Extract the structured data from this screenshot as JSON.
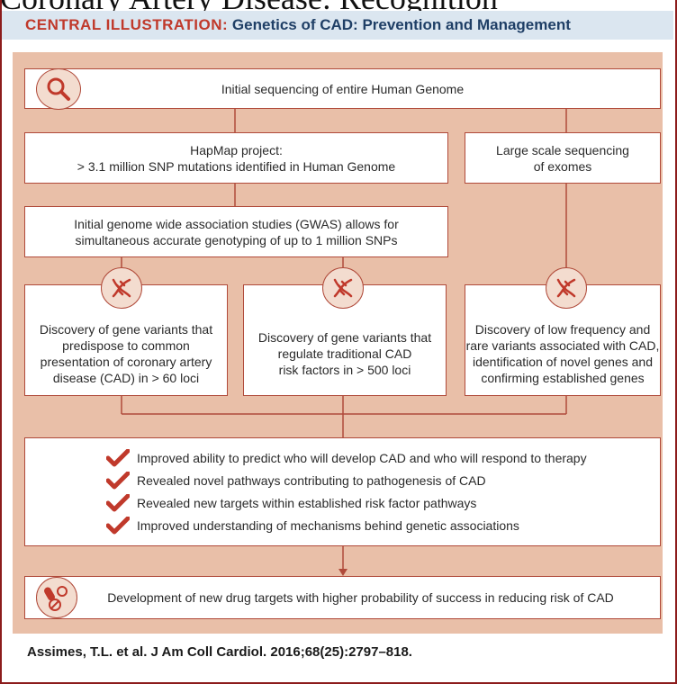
{
  "top_cropped_text": "Coronary Artery Disease: Recognition",
  "header": {
    "lead": "CENTRAL ILLUSTRATION:",
    "title": "Genetics of CAD: Prevention and Management"
  },
  "boxes": {
    "top": "Initial sequencing of entire Human Genome",
    "hapmap": "HapMap project:\n> 3.1 million SNP mutations identified in Human Genome",
    "exome": "Large scale sequencing\nof exomes",
    "gwas": "Initial genome wide association studies (GWAS) allows for\nsimultaneous accurate genotyping of up to 1 million SNPs",
    "discovery1": "Discovery of gene variants that\npredispose to common\npresentation of coronary artery\ndisease (CAD) in > 60 loci",
    "discovery2": "Discovery of gene variants that\nregulate traditional CAD\nrisk factors in > 500 loci",
    "discovery3": "Discovery of low frequency and\nrare variants associated with CAD,\nidentification of novel genes and\nconfirming established genes",
    "bottom": "Development of new drug targets with higher probability of success in reducing risk of CAD"
  },
  "outcomes": [
    "Improved ability to predict who will develop CAD and who will respond to therapy",
    "Revealed novel pathways contributing to pathogenesis of CAD",
    "Revealed new targets within established risk factor pathways",
    "Improved understanding of mechanisms behind genetic associations"
  ],
  "icons": {
    "top": "magnifier-icon",
    "dna": "dna-icon",
    "check": "checkmark-icon",
    "pills": "pills-icon"
  },
  "citation": "Assimes, T.L. et al. J Am Coll Cardiol. 2016;68(25):2797–818.",
  "colors": {
    "panel": "#e9bfa8",
    "border": "#b04a3a",
    "header_bg": "#dbe6f0",
    "header_lead": "#c0392b",
    "header_title": "#1f3f66",
    "check": "#c0392b"
  }
}
